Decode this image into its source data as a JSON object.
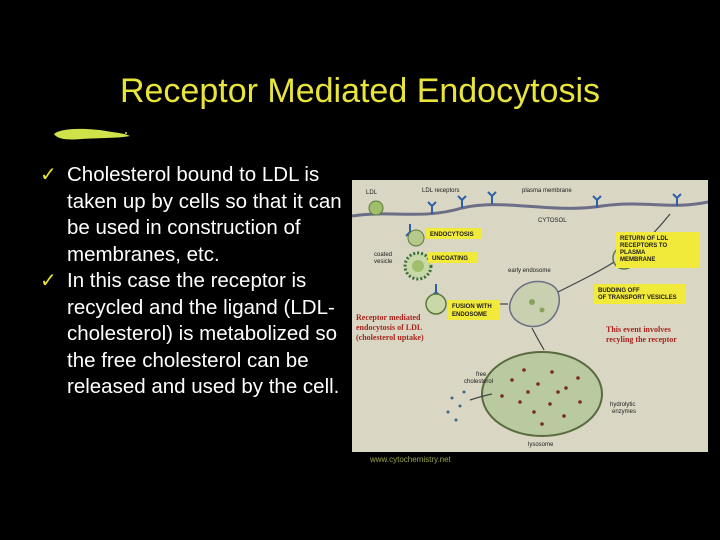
{
  "slide": {
    "title": "Receptor Mediated Endocytosis",
    "bullets": [
      "Cholesterol bound to LDL is taken up by cells so that it can be used in construction of membranes, etc.",
      "In this case the receptor is recycled and the ligand (LDL-cholesterol) is metabolized so the free cholesterol can be released and used by the cell."
    ],
    "bullet_marker": "✓"
  },
  "figure": {
    "labels": {
      "ldl": "LDL",
      "ldl_receptors": "LDL receptors",
      "plasma_membrane": "plasma membrane",
      "cytosol": "CYTOSOL",
      "endocytosis": "ENDOCYTOSIS",
      "coated_vesicle_1": "coated",
      "coated_vesicle_2": "vesicle",
      "uncoating": "UNCOATING",
      "early_endosome": "early endosome",
      "return_1": "RETURN OF LDL",
      "return_2": "RECEPTORS TO",
      "return_3": "PLASMA",
      "return_4": "MEMBRANE",
      "budding_1": "BUDDING OFF",
      "budding_2": "OF TRANSPORT VESICLES",
      "fusion_1": "FUSION WITH",
      "fusion_2": "ENDOSOME",
      "rme_1": "Receptor mediated",
      "rme_2": "endocytosis of LDL",
      "rme_3": "(cholesterol uptake)",
      "recycling_1": "This event involves",
      "recycling_2": "recyling the receptor",
      "free_chol_1": "free",
      "free_chol_2": "cholesterol",
      "hydrolytic_1": "hydrolytic",
      "hydrolytic_2": "enzymes",
      "lysosome": "lysosome"
    },
    "credit": "www.cytochemistry.net",
    "colors": {
      "title": "#e8e43a",
      "figure_bg": "#d9d7c4",
      "label_box": "#f2ea3a",
      "receptor": "#2f5fa8",
      "red_text": "#a8241c",
      "membrane": "#6b6e86"
    }
  }
}
